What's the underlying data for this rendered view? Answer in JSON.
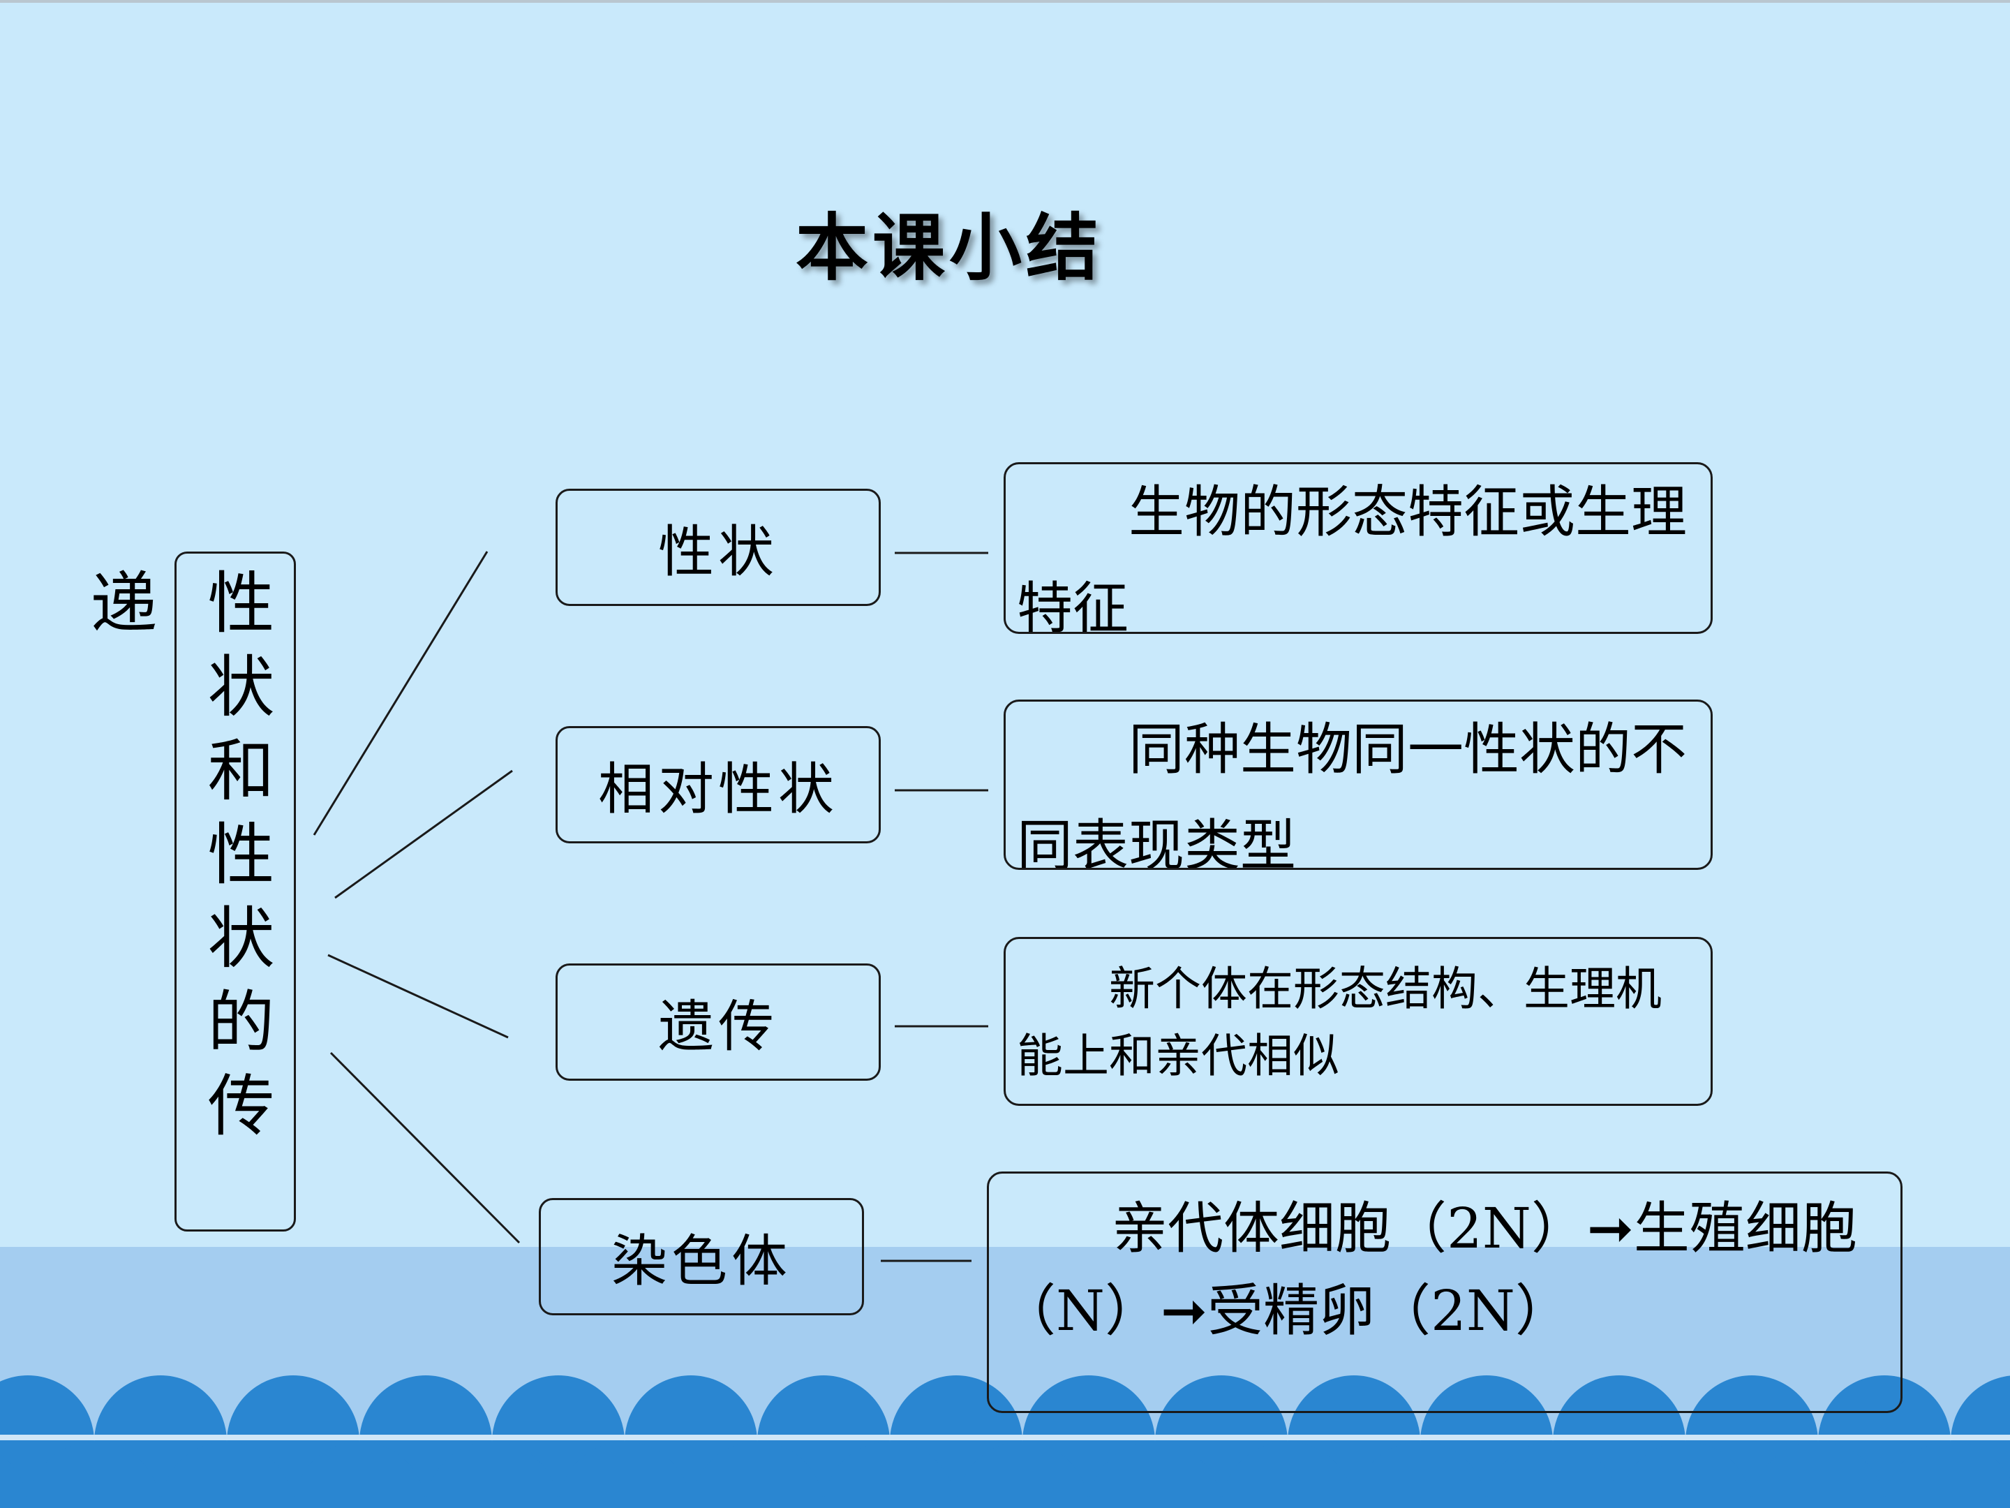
{
  "title": "本课小结",
  "root": "性状和性状的传递",
  "rows": [
    {
      "concept": "性状",
      "definition": "生物的形态特征或生理特征"
    },
    {
      "concept": "相对性状",
      "definition": "同种生物同一性状的不同表现类型"
    },
    {
      "concept": "遗传",
      "definition": "新个体在形态结构、生理机能上和亲代相似"
    },
    {
      "concept": "染色体",
      "definition": "亲代体细胞（2N）➞生殖细胞（N）➞受精卵（2N）"
    }
  ],
  "colors": {
    "background": "#c9e9fb",
    "lower_band": "#a4cdf0",
    "wave_fill": "#2a86d1",
    "line": "#1a1a1a"
  }
}
